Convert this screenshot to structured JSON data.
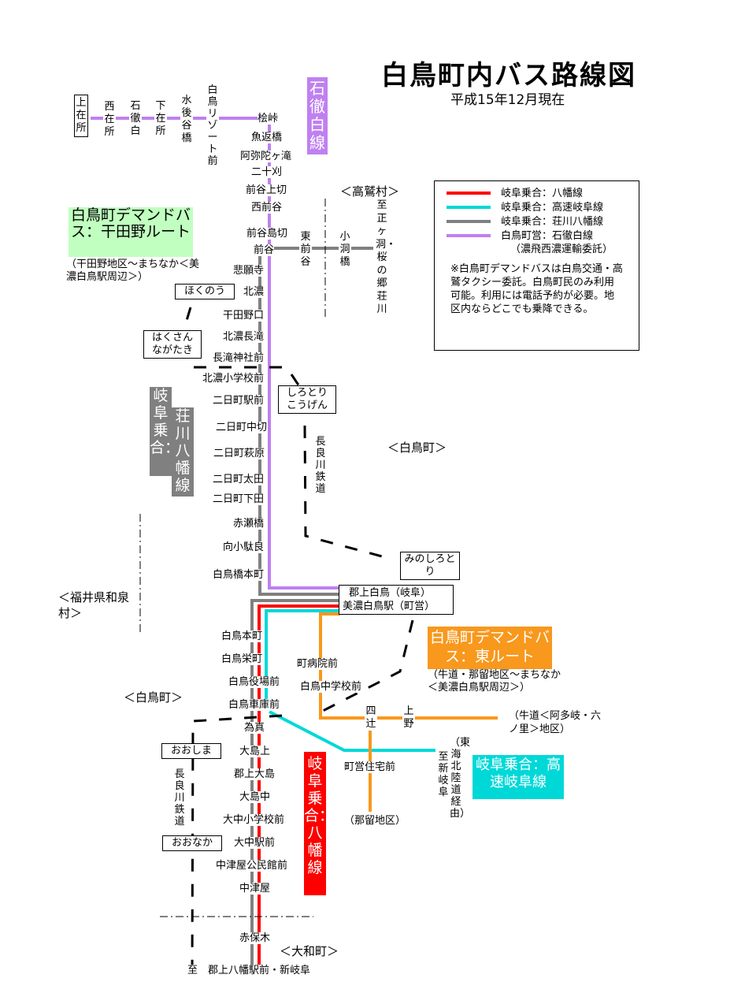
{
  "header": {
    "title": "白鳥町内バス路線図",
    "subtitle": "平成15年12月現在"
  },
  "colors": {
    "hachiman": "#ff0000",
    "kosoku": "#00d8d8",
    "shokawa": "#808080",
    "ishitetsu": "#bf80f0",
    "demand_itano": "#c0ffc0",
    "demand_higashi": "#f8981d"
  },
  "legend": {
    "items": [
      {
        "label": "岐阜乗合：八幡線",
        "color": "#ff0000"
      },
      {
        "label": "岐阜乗合：高速岐阜線",
        "color": "#00d8d8"
      },
      {
        "label": "岐阜乗合：荘川八幡線",
        "color": "#808080"
      },
      {
        "label": "白鳥町営：石徹白線",
        "color": "#bf80f0"
      }
    ],
    "sub": "（濃飛西濃運輸委託）",
    "note": "※白鳥町デマンドバスは白鳥交通・高鷲タクシー委託。白鳥町民のみ利用可能。利用には電話予約が必要。地区内ならどこでも乗降できる。"
  },
  "route_labels": {
    "ishitetsu": "石徹白線",
    "shokawa_a": "岐阜乗合：",
    "shokawa_b": "荘川八幡線",
    "hachiman": "岐阜乗合：八幡線",
    "kosoku": "岐阜乗合：高速岐阜線",
    "demand_itano": "白鳥町デマンドバス：干田野ルート",
    "demand_itano_area": "（干田野地区～まちなか＜美濃白鳥駅周辺＞）",
    "demand_higashi": "白鳥町デマンドバス：東ルート",
    "demand_higashi_area": "（牛道・那留地区～まちなか＜美濃白鳥駅周辺＞）"
  },
  "regions": {
    "takasu": "＜高鷲村＞",
    "shirotori_east": "＜白鳥町＞",
    "shirotori_west": "＜白鳥町＞",
    "fukui": "＜福井県和泉村＞",
    "yamato": "＜大和町＞"
  },
  "rail": {
    "name": "長良川鉄道",
    "stations": [
      "ほくのう",
      "はくさんながたき",
      "しろとりこうげん",
      "みのしろとり",
      "おおしま",
      "おおなか"
    ]
  },
  "stops": {
    "ishitetsu_top": [
      "上在所",
      "西在所",
      "石徹白",
      "下在所",
      "水後谷橋",
      "白鳥リゾート前"
    ],
    "ishitetsu_main": [
      "桧峠",
      "魚返橋",
      "阿弥陀ヶ滝",
      "二十刈",
      "前谷上切",
      "西前谷",
      "前谷島切",
      "前谷"
    ],
    "shokawa_branch": [
      "東前谷",
      "小洞橋"
    ],
    "shokawa_branch_dest": "至 正ヶ洞・桜の郷荘川",
    "shokawa_main": [
      "悲願寺",
      "北濃",
      "干田野口",
      "北濃長滝",
      "長滝神社前",
      "北濃小学校前",
      "二日町駅前",
      "二日町中切",
      "二日町萩原",
      "二日町太田",
      "二日町下田",
      "赤瀬橋",
      "向小駄良",
      "白鳥橋本町"
    ],
    "hub": [
      "郡上白鳥（岐阜）",
      "美濃白鳥駅（町営）"
    ],
    "south": [
      "白鳥本町",
      "白鳥栄町",
      "白鳥役場前",
      "白鳥車庫前",
      "為真",
      "大島上",
      "郡上大島",
      "大島中",
      "大中小学校前",
      "大中駅前",
      "中津屋公民館前",
      "中津屋",
      "赤保木"
    ],
    "south_dest": "至　郡上八幡駅前・新岐阜",
    "higashi": [
      "町病院前",
      "白鳥中学校前",
      "四辻",
      "上野",
      "町営住宅前"
    ],
    "higashi_east_dest": "（牛道＜阿多岐・六ノ里＞地区）",
    "higashi_south_dest": "（那留地区）",
    "kosoku_dest_a": "至　新岐阜",
    "kosoku_dest_b": "（東海北陸道経由）"
  }
}
